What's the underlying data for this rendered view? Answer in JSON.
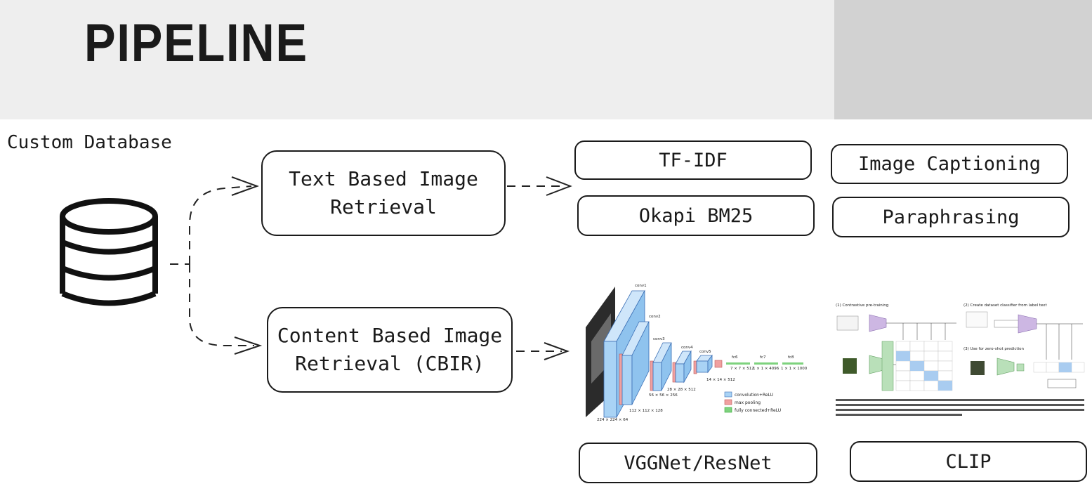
{
  "title": "PIPELINE",
  "database": {
    "label": "Custom Database",
    "icon": "database-icon"
  },
  "branches": {
    "text": {
      "label": "Text Based Image Retrieval",
      "methods": [
        "TF-IDF",
        "Okapi BM25"
      ],
      "augmentations": [
        "Image Captioning",
        "Paraphrasing"
      ]
    },
    "content": {
      "label": "Content Based Image Retrieval (CBIR)",
      "models": [
        "VGGNet/ResNet",
        "CLIP"
      ]
    }
  },
  "vgg_figure": {
    "layer_labels": [
      "conv1",
      "conv2",
      "conv3",
      "conv4",
      "conv5",
      "fc6",
      "fc7",
      "fc8"
    ],
    "size_labels": [
      "224 × 224 × 64",
      "112 × 112 × 128",
      "56 × 56 × 256",
      "28 × 28 × 512",
      "14 × 14 × 512",
      "7 × 7 × 512",
      "1 × 1 × 4096",
      "1 × 1 × 1000"
    ],
    "legend": [
      "convolution+ReLU",
      "max pooling",
      "fully connected+ReLU"
    ]
  },
  "clip_figure": {
    "panel_titles": [
      "(1) Contrastive pre-training",
      "(2) Create dataset classifier from label text",
      "(3) Use for zero-shot prediction"
    ]
  },
  "colors": {
    "header": "#eeeeee",
    "header_right": "#d2d2d2",
    "conv": "#a9d3f5",
    "pool": "#f0a0a0",
    "fc": "#7ed27e",
    "clip_encoder": "#cdb7e3",
    "clip_image_encoder": "#b9e0b9"
  }
}
